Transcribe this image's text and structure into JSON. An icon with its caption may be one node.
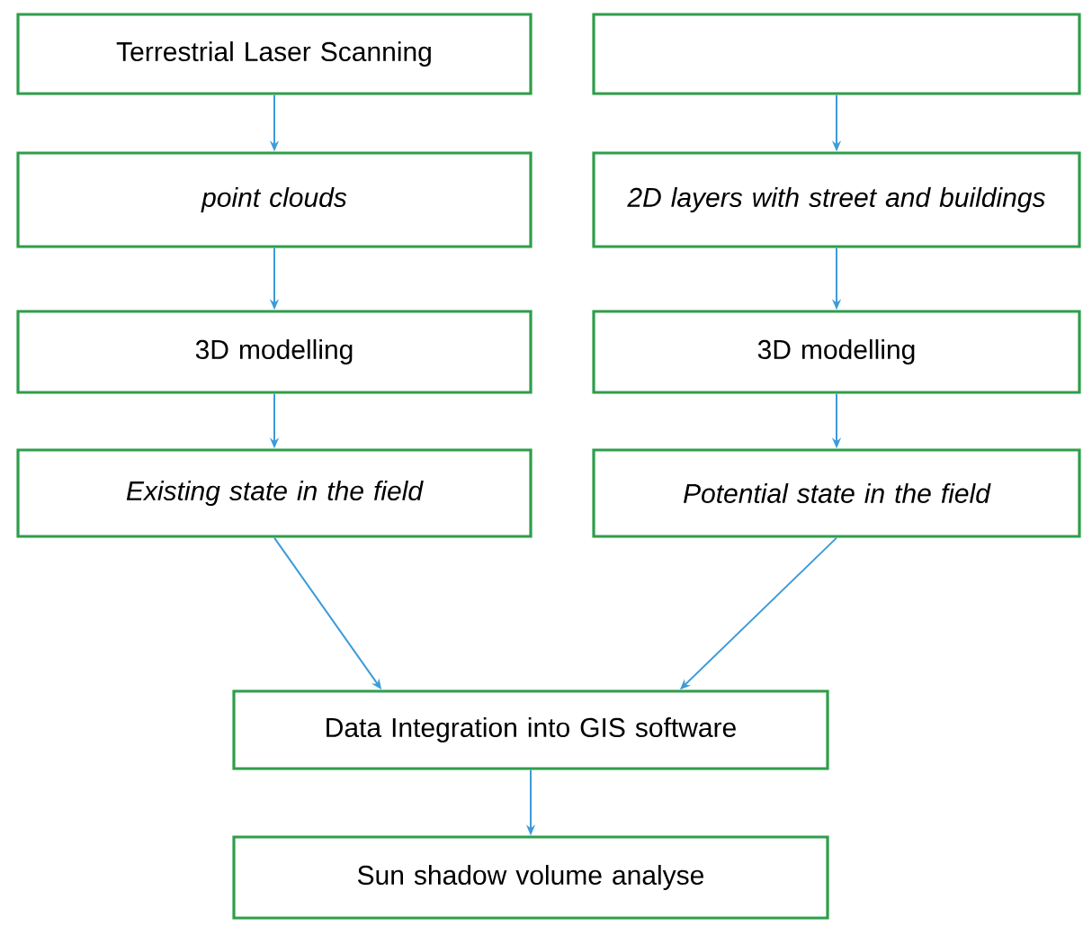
{
  "diagram": {
    "nodes": [
      {
        "text": [
          "Terrestrial Laser Scanning"
        ]
      },
      {
        "text": [
          "point clouds"
        ]
      },
      {
        "text": [
          "3D modelling"
        ]
      },
      {
        "text": [
          "Existing state in the field"
        ]
      },
      {
        "text": [],
        "shape": "box"
      },
      {
        "text": [
          "2D layers with street and buildings"
        ]
      },
      {
        "text": [
          "3D modelling"
        ]
      },
      {
        "text": [
          "Potential state in the field"
        ]
      },
      {
        "text": [
          "Data Integration into GIS software"
        ]
      },
      {
        "text": [
          "Sun shadow volume analyse"
        ]
      }
    ],
    "edges": [
      {
        "from": 0,
        "to": 1,
        "arrow": "to"
      },
      {
        "from": 1,
        "to": 2,
        "arrow": "to"
      },
      {
        "from": 2,
        "to": 3,
        "arrow": "to"
      },
      {
        "from": 4,
        "to": 5,
        "arrow": "to"
      },
      {
        "from": 5,
        "to": 6,
        "arrow": "to"
      },
      {
        "from": 6,
        "to": 7,
        "arrow": "to"
      },
      {
        "from": 3,
        "to": 8,
        "arrow": "to"
      },
      {
        "from": 7,
        "to": 8,
        "arrow": "to"
      },
      {
        "from": 8,
        "to": 9,
        "arrow": "to"
      }
    ]
  }
}
